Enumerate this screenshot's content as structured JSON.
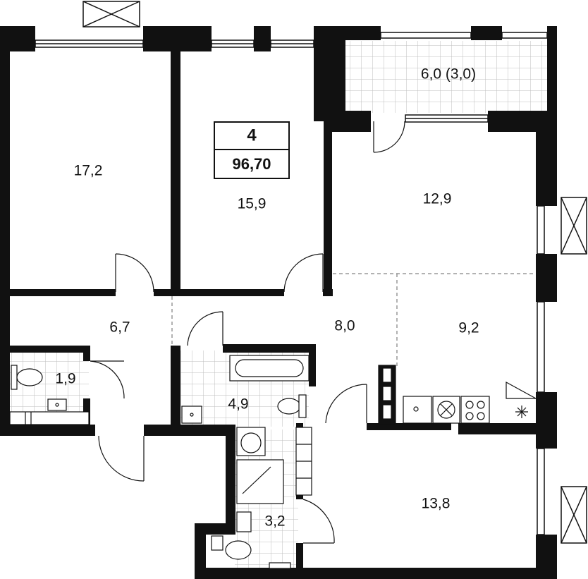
{
  "apartment": {
    "rooms": "4",
    "total_area": "96,70"
  },
  "rooms": [
    {
      "id": "bedroom-left",
      "area": "17,2"
    },
    {
      "id": "bedroom-middle",
      "area": "15,9"
    },
    {
      "id": "balcony",
      "area": "6,0 (3,0)"
    },
    {
      "id": "living-room",
      "area": "12,9"
    },
    {
      "id": "hallway-left",
      "area": "6,7"
    },
    {
      "id": "hallway-center",
      "area": "8,0"
    },
    {
      "id": "kitchen",
      "area": "9,2"
    },
    {
      "id": "wc",
      "area": "1,9"
    },
    {
      "id": "bathroom",
      "area": "4,9"
    },
    {
      "id": "shower-room",
      "area": "3,2"
    },
    {
      "id": "bedroom-bottom-right",
      "area": "13,8"
    }
  ],
  "icons": [
    "toilet-icon",
    "sink-icon",
    "bathtub-icon",
    "shower-icon",
    "washing-machine-icon",
    "stove-icon",
    "kitchen-sink-icon",
    "hood-icon",
    "fan-icon"
  ],
  "colors": {
    "wall": "#111111",
    "tile": "#bdbdbd",
    "background": "#ffffff"
  }
}
